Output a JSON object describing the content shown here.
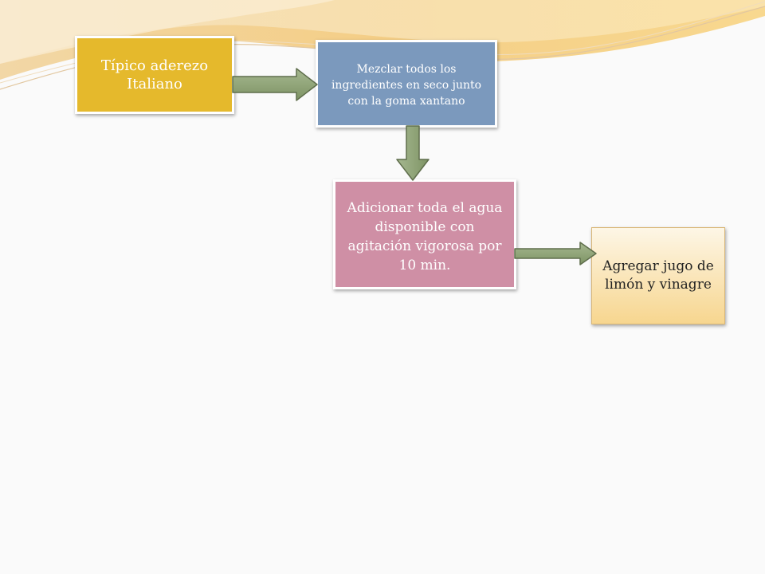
{
  "diagram": {
    "nodes": [
      {
        "id": "step-1",
        "label": "Típico aderezo Italiano",
        "color": "#e5b92c",
        "text_color": "#ffffff"
      },
      {
        "id": "step-2",
        "label": "Mezclar todos los ingredientes en seco junto con la goma xantano",
        "color": "#7b99bd",
        "text_color": "#ffffff"
      },
      {
        "id": "step-3",
        "label": "Adicionar toda el agua disponible con agitación vigorosa  por 10 min.",
        "color": "#cf8fa5",
        "text_color": "#ffffff"
      },
      {
        "id": "step-4",
        "label": "Agregar jugo de limón y vinagre",
        "color_top": "#fdf6e6",
        "color_bottom": "#f7d68f",
        "text_color": "#222222"
      }
    ],
    "edges": [
      {
        "from": "step-1",
        "to": "step-2"
      },
      {
        "from": "step-2",
        "to": "step-3"
      },
      {
        "from": "step-3",
        "to": "step-4"
      }
    ],
    "arrow_color": "#8fa57a",
    "arrow_outline": "#5f6e4c"
  }
}
